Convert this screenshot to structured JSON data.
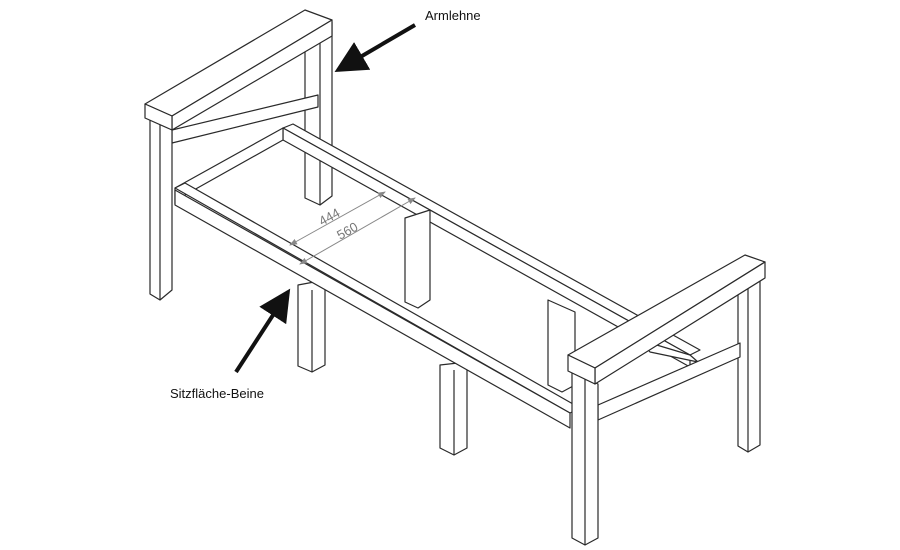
{
  "labels": {
    "armrest": "Armlehne",
    "seat_legs": "Sitzfläche-Beine"
  },
  "dimensions": {
    "inner_width": "444",
    "outer_width": "560"
  },
  "colors": {
    "line": "#2a2a2a",
    "dimension": "#888888",
    "arrow": "#111111"
  }
}
